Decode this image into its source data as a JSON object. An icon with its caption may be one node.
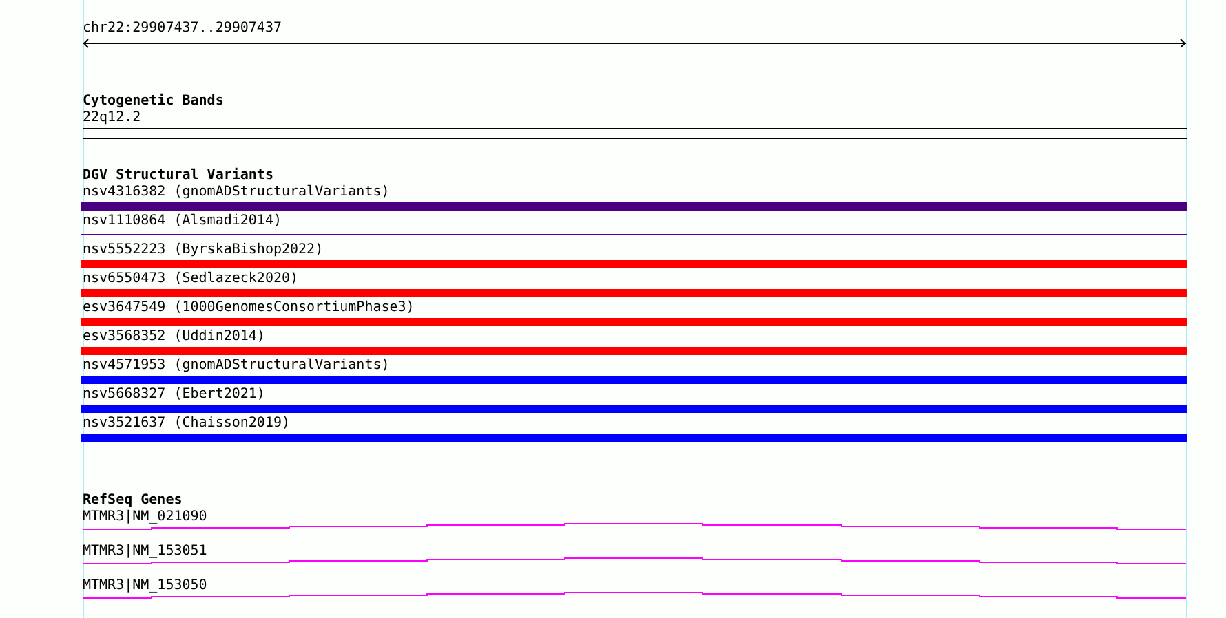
{
  "diagram": {
    "labels": [
      "chr22:29907437..29907437",
      "Cytogenetic Bands",
      "22q12.2",
      "DGV Structural Variants",
      "nsv4316382 (gnomADStructuralVariants)",
      "nsv1110864 (Alsmadi2014)",
      "nsv5552223 (ByrskaBishop2022)",
      "nsv6550473 (Sedlazeck2020)",
      "esv3647549 (1000GenomesConsortiumPhase3)",
      "esv3568352 (Uddin2014)",
      "nsv4571953 (gnomADStructuralVariants)",
      "nsv5668327 (Ebert2021)",
      "nsv3521637 (Chaisson2019)",
      "RefSeq Genes",
      "MTMR3|NM_021090",
      "MTMR3|NM_153051",
      "MTMR3|NM_153050"
    ]
  }
}
